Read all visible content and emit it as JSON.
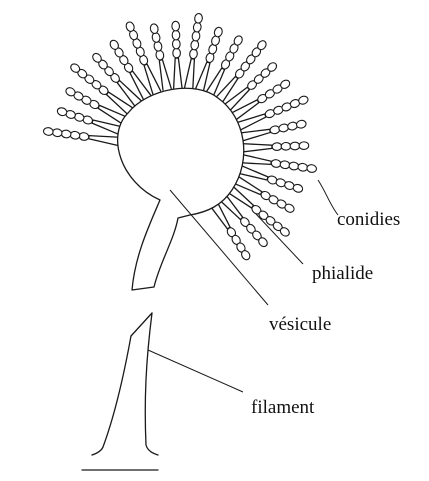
{
  "labels": {
    "conidies": "conidies",
    "phialide": "phialide",
    "vesicule": "vésicule",
    "filament": "filament"
  }
}
